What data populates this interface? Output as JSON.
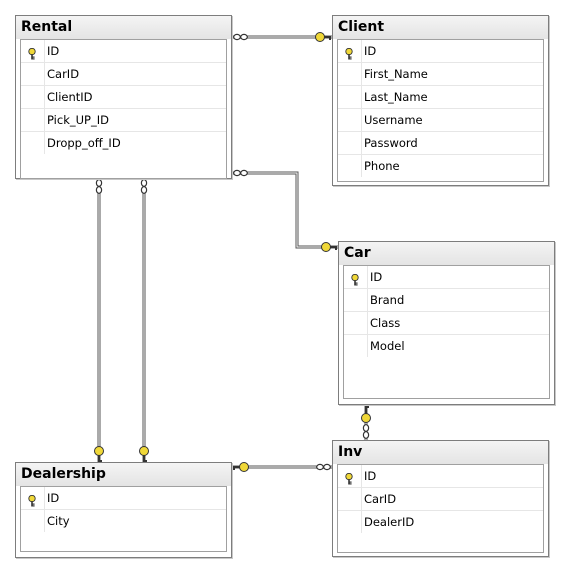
{
  "tables": {
    "rental": {
      "name": "Rental",
      "columns": [
        "ID",
        "CarID",
        "ClientID",
        "Pick_UP_ID",
        "Dropp_off_ID"
      ]
    },
    "client": {
      "name": "Client",
      "columns": [
        "ID",
        "First_Name",
        "Last_Name",
        "Username",
        "Password",
        "Phone"
      ]
    },
    "car": {
      "name": "Car",
      "columns": [
        "ID",
        "Brand",
        "Class",
        "Model"
      ]
    },
    "dealership": {
      "name": "Dealership",
      "columns": [
        "ID",
        "City"
      ]
    },
    "inv": {
      "name": "Inv",
      "columns": [
        "ID",
        "CarID",
        "DealerID"
      ]
    }
  },
  "icons": {
    "primary_key": "key-icon",
    "many_end": "infinity-icon"
  },
  "colors": {
    "key": "#f0d838",
    "line": "#606060"
  }
}
